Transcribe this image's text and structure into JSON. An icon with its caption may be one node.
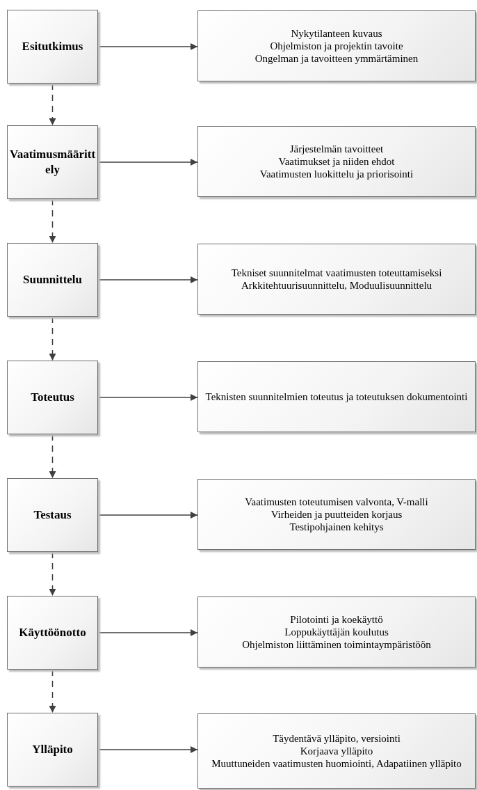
{
  "diagram": {
    "nodes": [
      {
        "text": [
          "Esitutkimus"
        ]
      },
      {
        "text": [
          "Nykytilanteen kuvaus",
          "Ohjelmiston ja projektin tavoite",
          "Ongelman ja tavoitteen ymmärtäminen"
        ]
      },
      {
        "text": [
          "Vaatimusmäärittely"
        ]
      },
      {
        "text": [
          "Järjestelmän tavoitteet",
          "Vaatimukset ja niiden ehdot",
          "Vaatimusten luokittelu ja priorisointi"
        ]
      },
      {
        "text": [
          "Suunnittelu"
        ]
      },
      {
        "text": [
          "Tekniset suunnitelmat vaatimusten toteuttamiseksi",
          "Arkkitehtuurisuunnittelu, Moduulisuunnittelu"
        ]
      },
      {
        "text": [
          "Toteutus"
        ]
      },
      {
        "text": [
          "Teknisten suunnitelmien toteutus ja toteutuksen dokumentointi"
        ]
      },
      {
        "text": [
          "Testaus"
        ]
      },
      {
        "text": [
          "Vaatimusten toteutumisen valvonta, V-malli",
          "Virheiden ja puutteiden korjaus",
          "Testipohjainen kehitys"
        ]
      },
      {
        "text": [
          "Käyttöönotto"
        ]
      },
      {
        "text": [
          "Pilotointi ja koekäyttö",
          "Loppukäyttäjän koulutus",
          "Ohjelmiston liittäminen toimintaympäristöön"
        ]
      },
      {
        "text": [
          "Ylläpito"
        ]
      },
      {
        "text": [
          "Täydentävä ylläpito, versiointi",
          "Korjaava ylläpito",
          "Muuttuneiden vaatimusten huomiointi, Adapatiinen ylläpito"
        ]
      }
    ],
    "edges": [
      {
        "from": 0,
        "to": 1,
        "arrow": "to"
      },
      {
        "from": 0,
        "to": 2,
        "arrow": "to",
        "style": "dashed"
      },
      {
        "from": 2,
        "to": 3,
        "arrow": "to"
      },
      {
        "from": 2,
        "to": 4,
        "arrow": "to",
        "style": "dashed"
      },
      {
        "from": 4,
        "to": 5,
        "arrow": "to"
      },
      {
        "from": 4,
        "to": 6,
        "arrow": "to",
        "style": "dashed"
      },
      {
        "from": 6,
        "to": 7,
        "arrow": "to"
      },
      {
        "from": 6,
        "to": 8,
        "arrow": "to",
        "style": "dashed"
      },
      {
        "from": 8,
        "to": 9,
        "arrow": "to"
      },
      {
        "from": 8,
        "to": 10,
        "arrow": "to",
        "style": "dashed"
      },
      {
        "from": 10,
        "to": 11,
        "arrow": "to"
      },
      {
        "from": 10,
        "to": 12,
        "arrow": "to",
        "style": "dashed"
      },
      {
        "from": 12,
        "to": 13,
        "arrow": "to"
      }
    ]
  }
}
